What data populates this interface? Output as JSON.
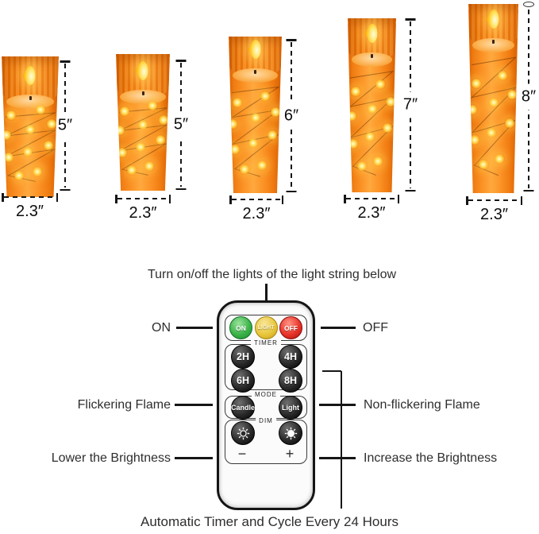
{
  "figure": {
    "candles": [
      {
        "height_label": "5″",
        "width_label": "2.3″"
      },
      {
        "height_label": "5″",
        "width_label": "2.3″"
      },
      {
        "height_label": "6″",
        "width_label": "2.3″"
      },
      {
        "height_label": "7″",
        "width_label": "2.3″"
      },
      {
        "height_label": "8″",
        "width_label": "2.3″"
      }
    ]
  },
  "remote_diagram": {
    "top_caption": "Turn on/off the lights of the light string below",
    "bottom_caption": "Automatic Timer and Cycle Every 24 Hours",
    "left_labels": {
      "on": "ON",
      "flicker": "Flickering Flame",
      "lower": "Lower the Brightness"
    },
    "right_labels": {
      "off": "OFF",
      "non_flicker": "Non-flickering Flame",
      "increase": "Increase the Brightness"
    },
    "remote": {
      "power": {
        "on": "ON",
        "light": "LIGHT",
        "off": "OFF"
      },
      "timer": {
        "title": "TIMER",
        "b1": "2H",
        "b2": "4H",
        "b3": "6H",
        "b4": "8H"
      },
      "mode": {
        "title": "MODE",
        "b1": "Candle",
        "b2": "Light"
      },
      "dim": {
        "title": "DIM",
        "minus": "−",
        "plus": "+"
      }
    },
    "colors": {
      "on_button": "#3cb44a",
      "light_button": "#e9c83e",
      "off_button": "#e8342a",
      "candle_orange": "#f78c1e"
    }
  }
}
